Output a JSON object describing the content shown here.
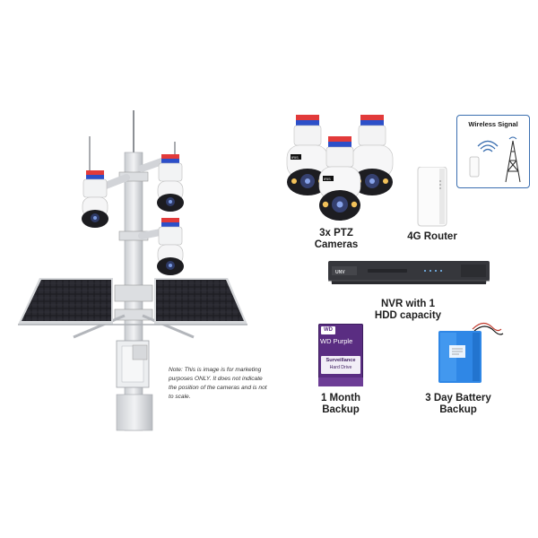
{
  "labels": {
    "cameras_line1": "3x PTZ",
    "cameras_line2": "Cameras",
    "router": "4G Router",
    "nvr_line1": "NVR with 1",
    "nvr_line2": "HDD capacity",
    "backup_line1": "1 Month",
    "backup_line2": "Backup",
    "battery_line1": "3 Day Battery",
    "battery_line2": "Backup"
  },
  "wireless_panel": {
    "title": "Wireless Signal"
  },
  "note": {
    "line1": "Note: This is image is for marketing",
    "line2": "purposes ONLY. It does not indicate",
    "line3": "the position of the cameras and is not",
    "line4": "to scale."
  },
  "hdd": {
    "brand": "WD",
    "model": "WD Purple",
    "tag_line1": "Surveillance",
    "tag_line2": "Hard Drive"
  },
  "icons": [
    "solar-pole",
    "ptz-camera",
    "router",
    "wireless-signal",
    "tower",
    "nvr",
    "hard-drive",
    "battery"
  ]
}
